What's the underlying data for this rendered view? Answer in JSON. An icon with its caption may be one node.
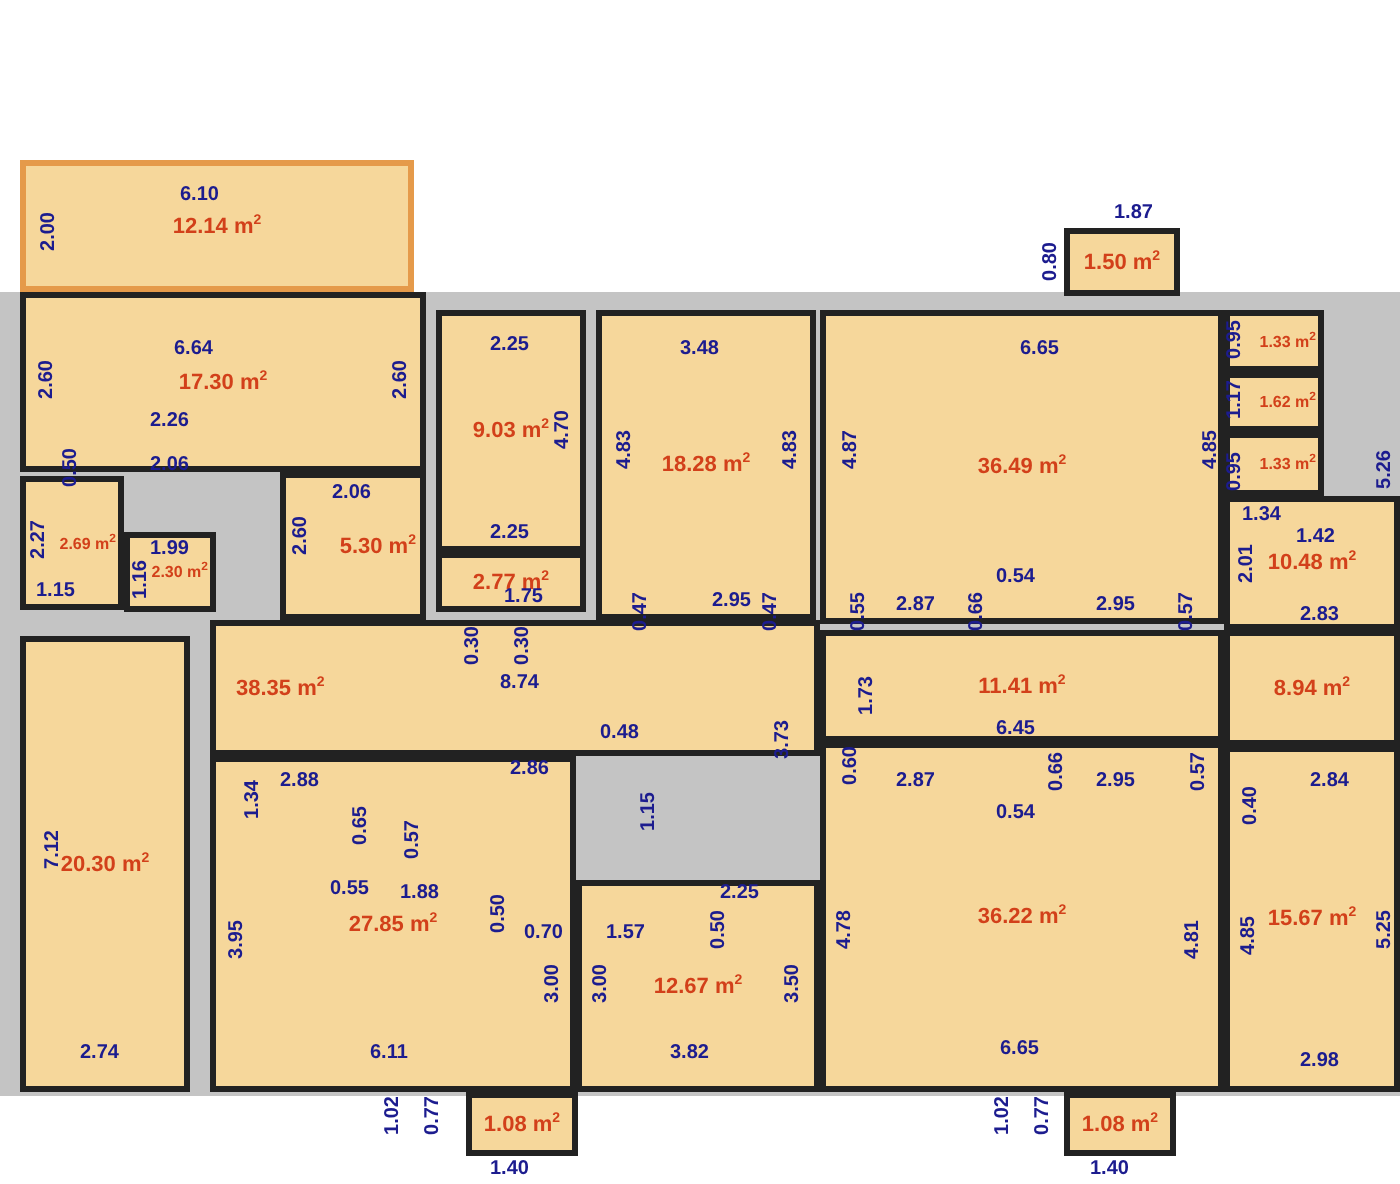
{
  "diagram": {
    "nodes": [
      {
        "text": [
          "12.14 m$^{2}$"
        ]
      },
      {
        "text": [
          "1.50 m$^{2}$"
        ]
      },
      {
        "text": [
          "17.30 m$^{2}$"
        ]
      },
      {
        "text": [
          "9.03 m$^{2}$"
        ]
      },
      {
        "text": [
          "18.28 m$^{2}$"
        ]
      },
      {
        "text": [
          "36.49 m$^{2}$"
        ]
      },
      {
        "text": [
          "1.33 m$^{2}$"
        ]
      },
      {
        "text": [
          "1.62 m$^{2}$"
        ]
      },
      {
        "text": [
          "1.33 m$^{2}$"
        ]
      },
      {
        "text": [
          "5.30 m$^{2}$"
        ]
      },
      {
        "text": [
          "2.69 m$^{2}$"
        ]
      },
      {
        "text": [
          "10.48 m$^{2}$"
        ]
      },
      {
        "text": [
          "2.30 m$^{2}$"
        ]
      },
      {
        "text": [
          "2.77 m$^{2}$"
        ]
      },
      {
        "text": [
          "38.35 m$^{2}$"
        ]
      },
      {
        "text": [
          "11.41 m$^{2}$"
        ]
      },
      {
        "text": [
          "8.94 m$^{2}$"
        ]
      },
      {
        "text": [
          "20.30 m$^{2}$"
        ]
      },
      {
        "text": [
          "15.67 m$^{2}$"
        ]
      },
      {
        "text": [
          "36.22 m$^{2}$"
        ]
      },
      {
        "text": [
          "27.85 m$^{2}$"
        ]
      },
      {
        "text": [
          "12.67 m$^{2}$"
        ]
      },
      {
        "text": [
          "1.08 m$^{2}$"
        ]
      },
      {
        "text": [
          "1.08 m$^{2}$"
        ]
      }
    ],
    "labels": [
      "6.10",
      "2.00",
      "1.87",
      "0.80",
      "6.64",
      "2.25",
      "3.48",
      "6.65",
      "0.95",
      "2.60",
      "2.60",
      "4.70",
      "4.83",
      "4.83",
      "4.87",
      "4.85",
      "1.17",
      "5.26",
      "2.26",
      "0.50",
      "2.06",
      "2.06",
      "0.95",
      "1.34",
      "1.42",
      "2.27",
      "1.99",
      "1.16",
      "2.60",
      "2.25",
      "2.01",
      "1.15",
      "1.75",
      "0.47",
      "2.95",
      "0.47",
      "0.55",
      "2.87",
      "0.66",
      "0.54",
      "2.95",
      "0.57",
      "2.83",
      "0.30",
      "0.30",
      "8.74",
      "1.73",
      "0.48",
      "6.45",
      "2.86",
      "3.73",
      "2.88",
      "1.34",
      "0.60",
      "2.87",
      "0.66",
      "2.95",
      "0.57",
      "2.84",
      "0.54",
      "0.40",
      "0.65",
      "0.57",
      "1.15",
      "0.55",
      "1.88",
      "2.25",
      "0.50",
      "0.70",
      "1.57",
      "0.50",
      "7.12",
      "3.95",
      "4.78",
      "4.81",
      "4.85",
      "5.25",
      "3.00",
      "3.00",
      "3.50",
      "2.74",
      "6.11",
      "3.82",
      "6.65",
      "2.98",
      "1.02",
      "0.77",
      "1.02",
      "0.77",
      "1.40",
      "1.40"
    ]
  }
}
